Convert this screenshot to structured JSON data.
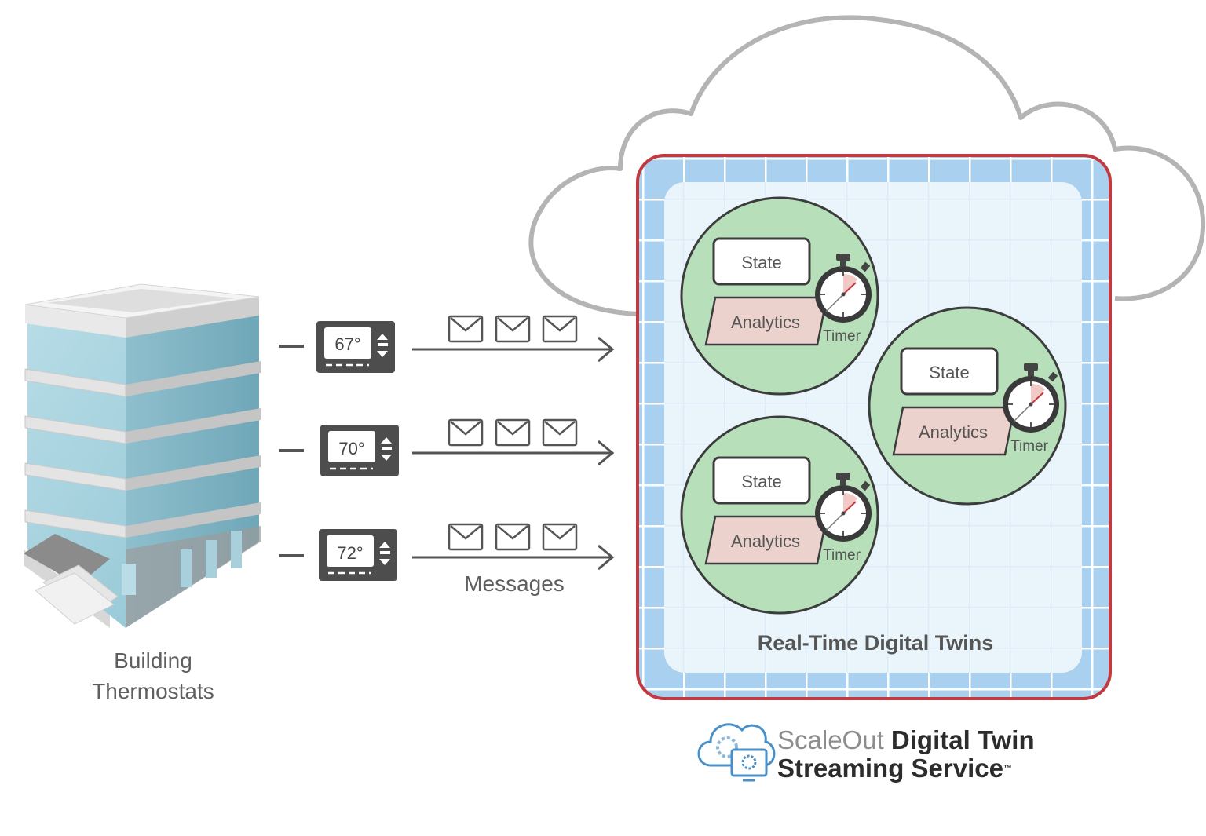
{
  "building": {
    "caption_line1": "Building",
    "caption_line2": "Thermostats"
  },
  "thermostats": [
    {
      "reading": "67°"
    },
    {
      "reading": "70°"
    },
    {
      "reading": "72°"
    }
  ],
  "messages_label": "Messages",
  "twins": [
    {
      "state": "State",
      "analytics": "Analytics",
      "timer": "Timer"
    },
    {
      "state": "State",
      "analytics": "Analytics",
      "timer": "Timer"
    },
    {
      "state": "State",
      "analytics": "Analytics",
      "timer": "Timer"
    }
  ],
  "twins_caption": "Real-Time Digital Twins",
  "brand": {
    "scaleout": "ScaleOut",
    "line1_rest": "Digital Twin",
    "line2": "Streaming Service",
    "tm": "™"
  },
  "colors": {
    "cloud_stroke": "#b4b4b4",
    "container_border": "#c23a40",
    "grid_blue": "#a9d0ee",
    "twin_fill": "#b7dfba",
    "analytics_fill": "#ecd2cc",
    "thermostat_body": "#4d4d4d",
    "building_glass": "#9dccd9"
  }
}
